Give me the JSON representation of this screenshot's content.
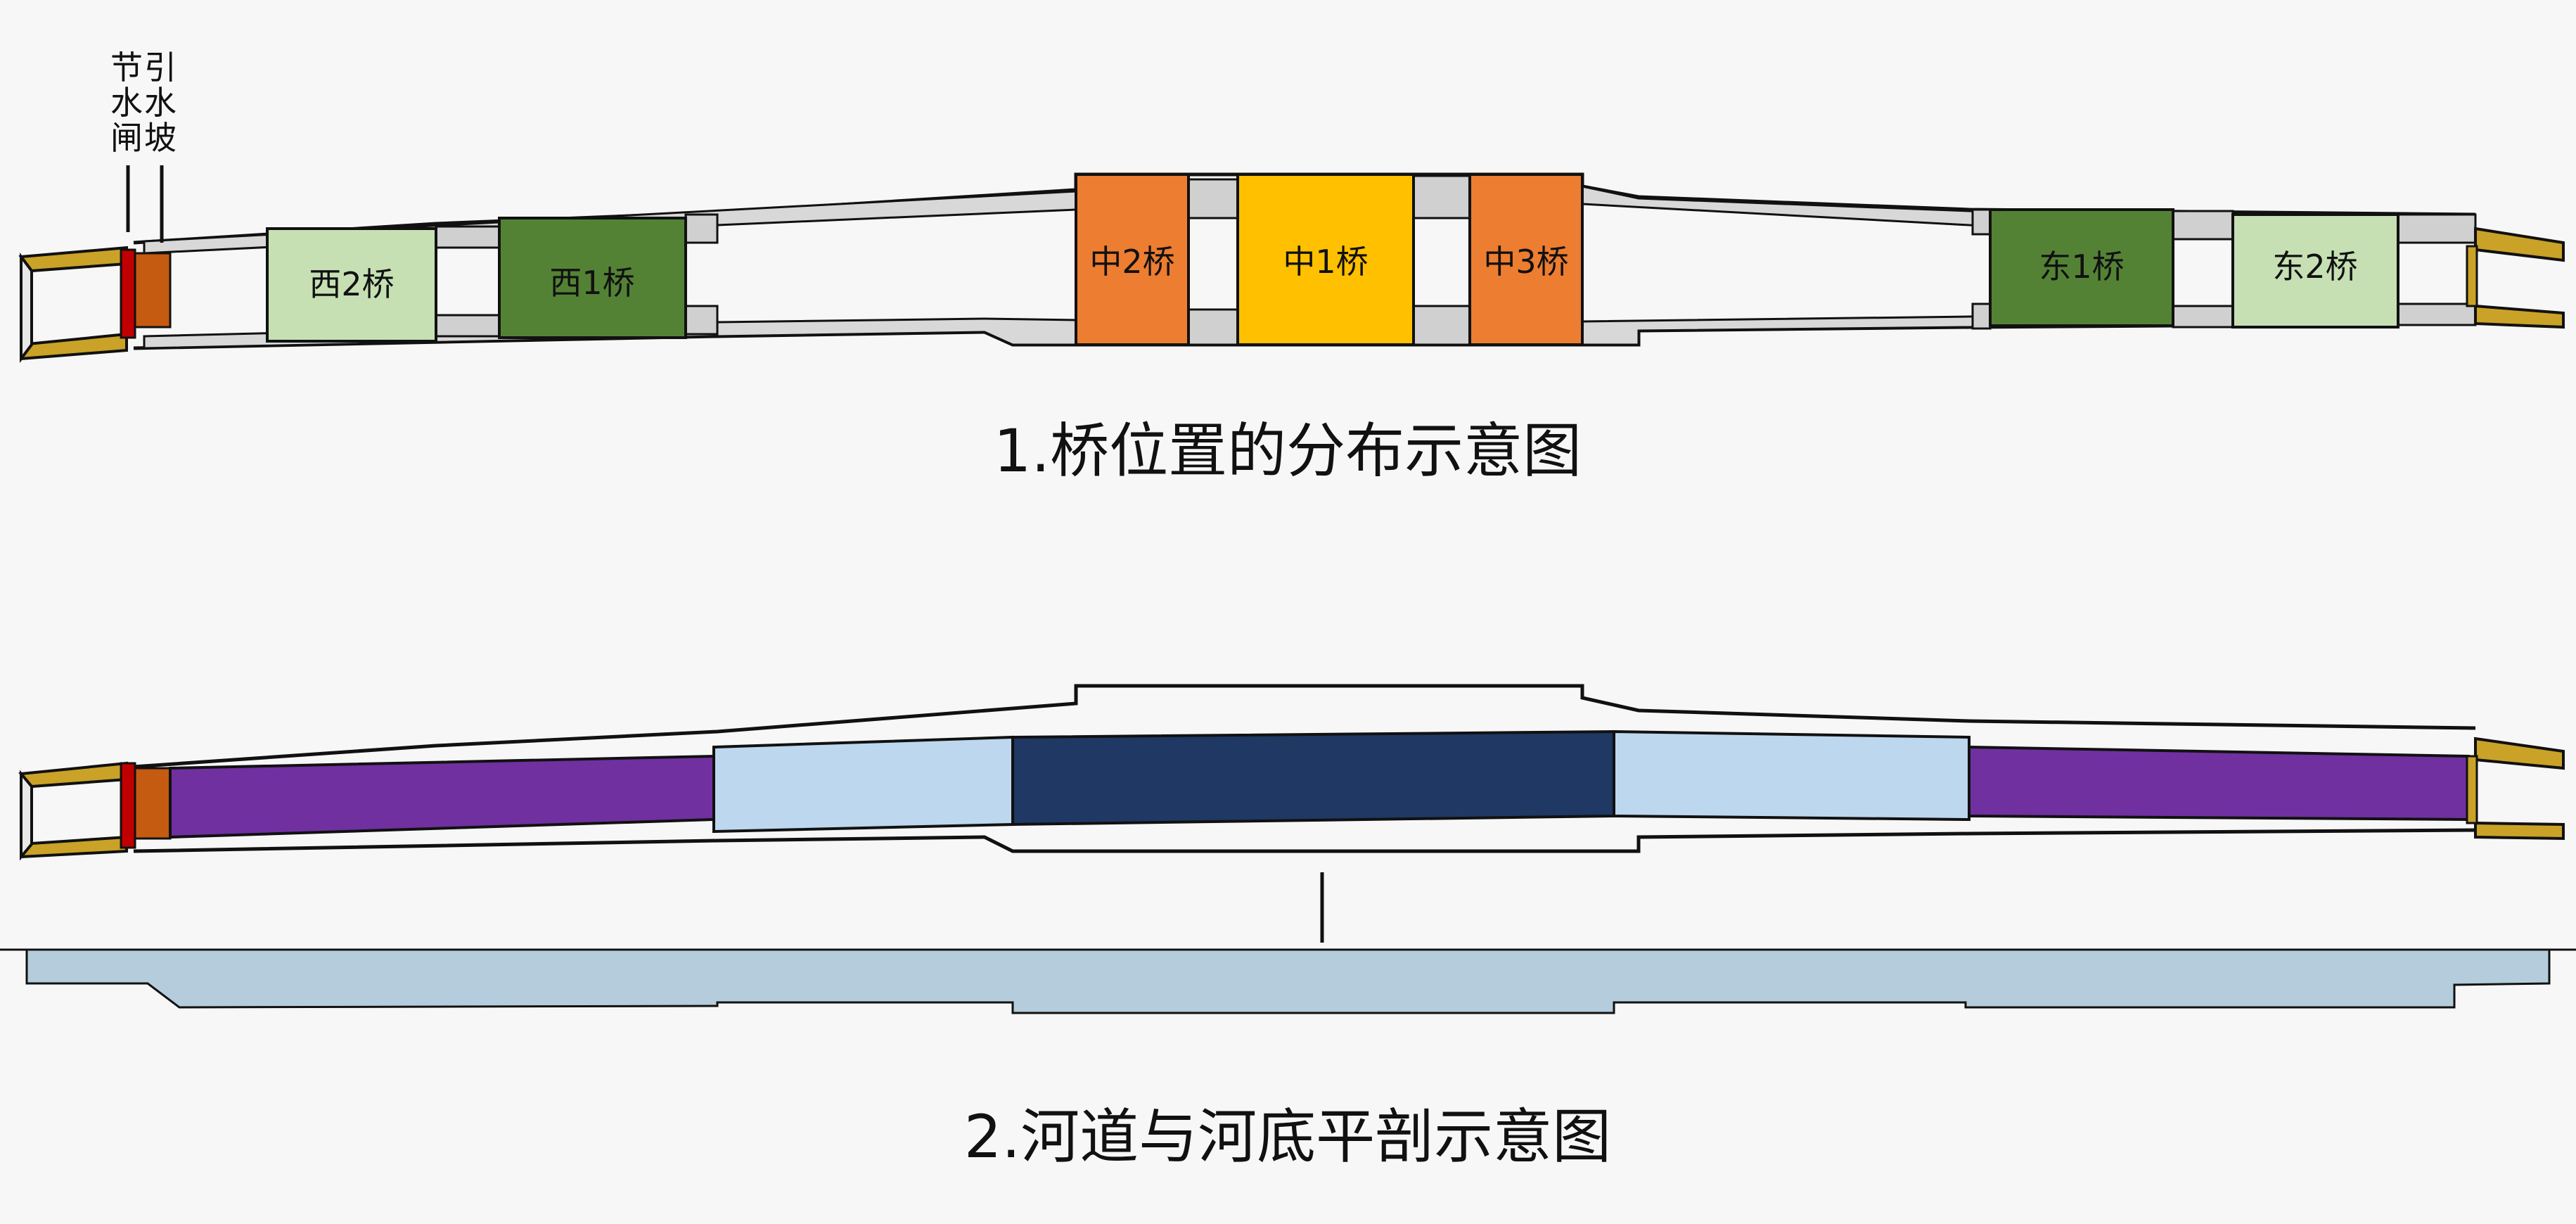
{
  "diagram1": {
    "caption": "1.桥位置的分布示意图",
    "label_left": [
      "节",
      "水",
      "闸"
    ],
    "label_right": [
      "引",
      "水",
      "坡"
    ],
    "bridges": {
      "west2": "西2桥",
      "west1": "西1桥",
      "mid2": "中2桥",
      "mid1": "中1桥",
      "mid3": "中3桥",
      "east1": "东1桥",
      "east2": "东2桥"
    }
  },
  "diagram2": {
    "caption": "2.河道与河底平剖示意图"
  },
  "colors": {
    "pale_green": "#c6e0b4",
    "dark_green": "#548235",
    "orange": "#ed7d31",
    "yellow": "#ffc000",
    "purple": "#7030a0",
    "light_blue": "#bdd7ee",
    "navy": "#1f3864",
    "section_blue": "#b4ccdb",
    "gold": "#c9a227",
    "rust": "#c55a11"
  }
}
